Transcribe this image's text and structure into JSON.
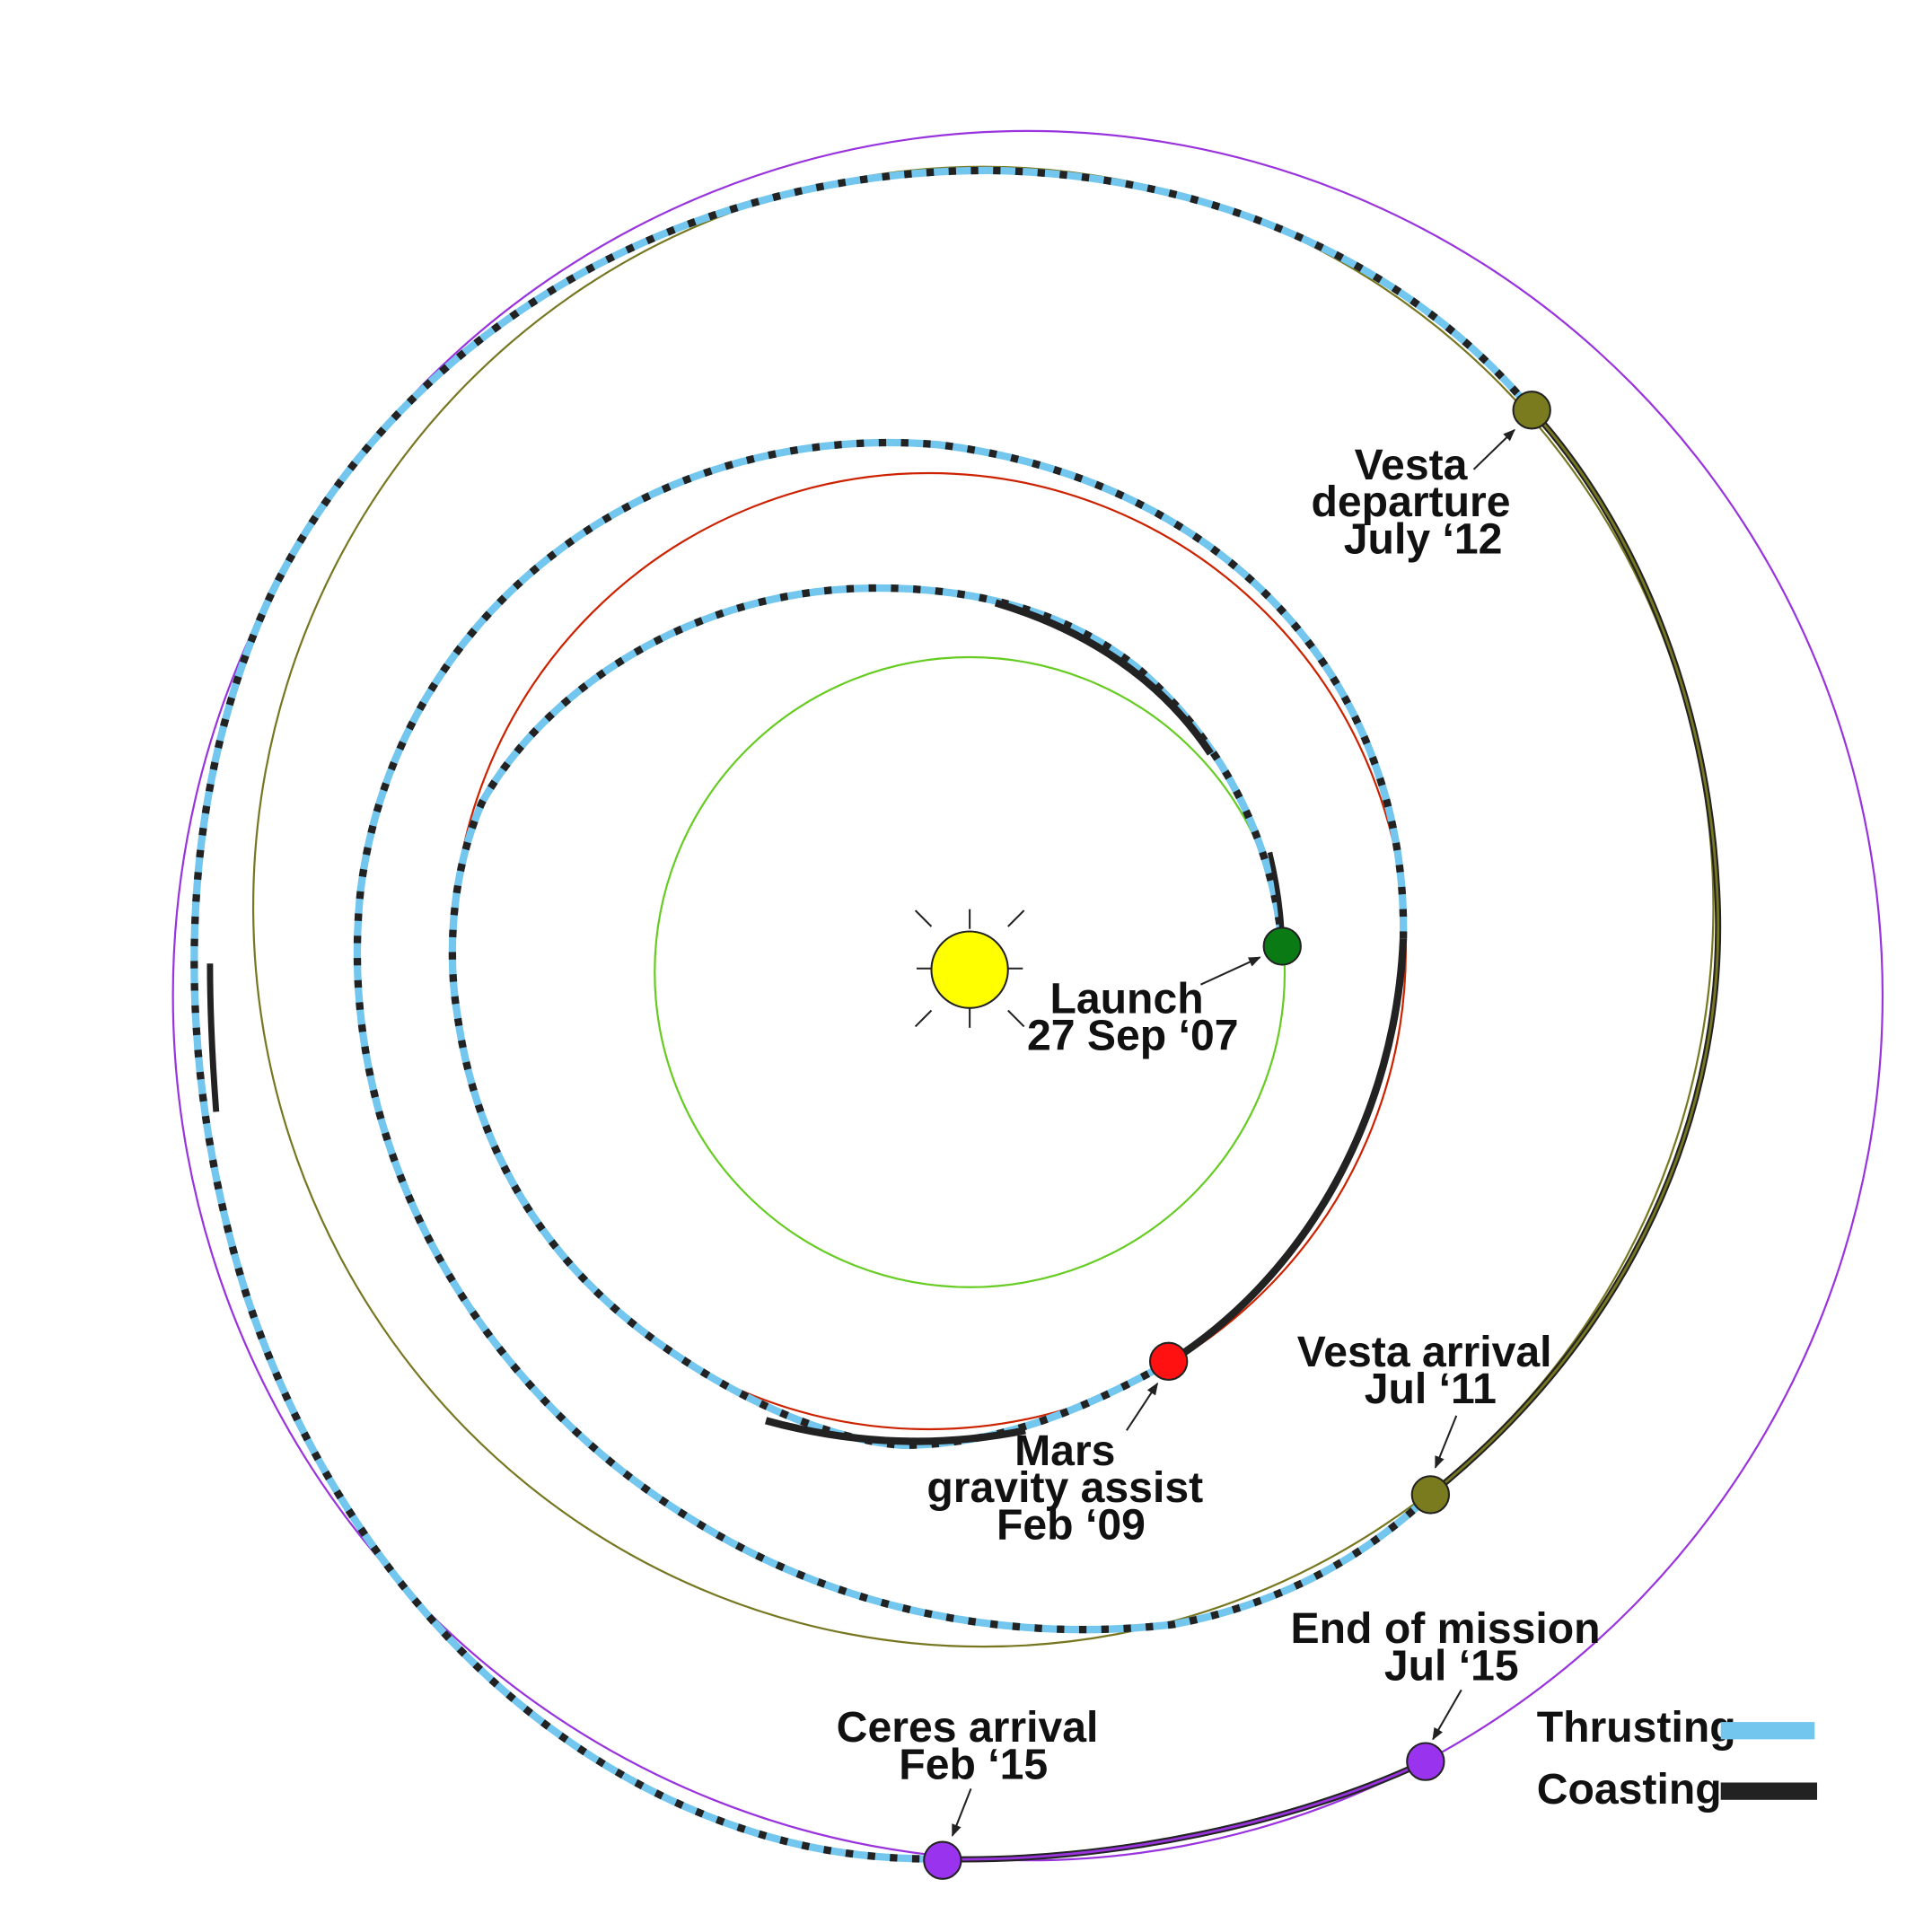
{
  "colors": {
    "earth_orbit": "#66cc22",
    "mars_orbit": "#cc2200",
    "vesta_orbit": "#777722",
    "ceres_orbit": "#9933dd",
    "thrusting": "#73c6ee",
    "coasting": "#222222",
    "sun": "#ffff00",
    "earth_marker": "#0a7a14",
    "mars_marker": "#ff1111",
    "vesta_marker": "#7a7a1e",
    "ceres_marker": "#9933ee"
  },
  "icons": {
    "sun": "sun-icon"
  },
  "events": [
    {
      "id": "launch",
      "lines": [
        "Launch",
        "27 Sep ‘07"
      ]
    },
    {
      "id": "mars",
      "lines": [
        "Mars",
        "gravity assist",
        "Feb ‘09"
      ]
    },
    {
      "id": "vesta-arrival",
      "lines": [
        "Vesta arrival",
        "Jul ‘11"
      ]
    },
    {
      "id": "vesta-departure",
      "lines": [
        "Vesta",
        "departure",
        "July ‘12"
      ]
    },
    {
      "id": "ceres-arrival",
      "lines": [
        "Ceres arrival",
        "Feb ‘15"
      ]
    },
    {
      "id": "end-of-mission",
      "lines": [
        "End of mission",
        "Jul ‘15"
      ]
    }
  ],
  "legend": {
    "thrusting": "Thrusting",
    "coasting": "Coasting"
  }
}
